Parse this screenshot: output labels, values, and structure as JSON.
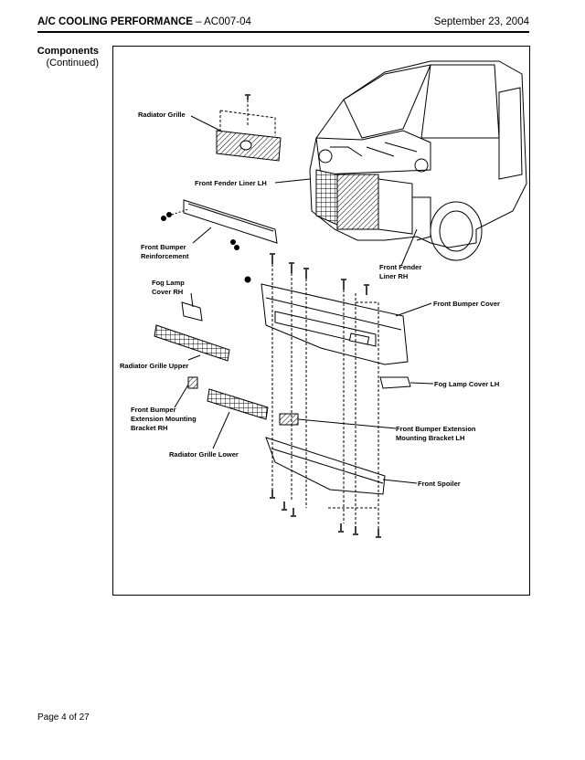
{
  "header": {
    "title_bold": "A/C COOLING PERFORMANCE",
    "title_rest": " – AC007-04",
    "date": "September 23, 2004"
  },
  "section": {
    "title": "Components",
    "subtitle": "(Continued)"
  },
  "diagram": {
    "labels": {
      "radiator_grille": "Radiator Grille",
      "front_fender_liner_lh": "Front Fender Liner LH",
      "front_bumper_reinforcement_1": "Front Bumper",
      "front_bumper_reinforcement_2": "Reinforcement",
      "front_fender_liner_rh_1": "Front Fender",
      "front_fender_liner_rh_2": "Liner RH",
      "fog_lamp_cover_rh_1": "Fog Lamp",
      "fog_lamp_cover_rh_2": "Cover RH",
      "front_bumper_cover": "Front Bumper Cover",
      "radiator_grille_upper": "Radiator Grille Upper",
      "fog_lamp_cover_lh": "Fog Lamp Cover LH",
      "bracket_rh_1": "Front Bumper",
      "bracket_rh_2": "Extension Mounting",
      "bracket_rh_3": "Bracket RH",
      "bracket_lh_1": "Front Bumper Extension",
      "bracket_lh_2": "Mounting Bracket LH",
      "radiator_grille_lower": "Radiator Grille Lower",
      "front_spoiler": "Front Spoiler"
    }
  },
  "footer": {
    "page": "Page 4 of 27"
  }
}
